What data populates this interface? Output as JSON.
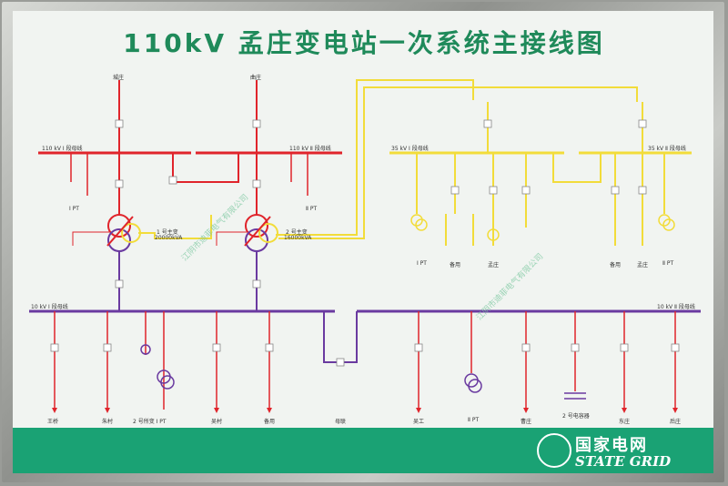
{
  "title": "110kV 孟庄变电站一次系统主接线图",
  "footer": {
    "brand_cn": "国家电网",
    "brand_en": "STATE GRID"
  },
  "watermark": "江阴市迪菲电气有限公司",
  "colors": {
    "red": "#e0242b",
    "yellow": "#f2dc3a",
    "purple": "#6a3aa0",
    "green": "#1aa274",
    "board": "#f1f4f1"
  },
  "labels": {
    "line_left_top": "城庄",
    "line_right_top": "曲庄",
    "bus110_1": "110 kV Ⅰ 段母线",
    "bus110_2": "110 kV Ⅱ 段母线",
    "bus35_1": "35 kV Ⅰ 段母线",
    "bus35_2": "35 kV Ⅱ 段母线",
    "bus10_1": "10 kV Ⅰ 段母线",
    "bus10_2": "10 kV Ⅱ 段母线",
    "pt110_1": "Ⅰ PT",
    "pt110_2": "Ⅱ PT",
    "tx1_name": "1 号主变",
    "tx1_cap": "20000kVA",
    "tx2_name": "2 号主变",
    "tx2_cap": "16000kVA",
    "pt35_1": "Ⅰ PT",
    "pt35_2": "Ⅱ PT",
    "b35_1": "备用",
    "b35_2": "孟庄",
    "b35_3": "备用",
    "b35_4": "孟庄",
    "f10": [
      "王桥",
      "朱村",
      "2 号所变 Ⅰ PT",
      "吴村",
      "备用",
      "母联",
      "吴工",
      "Ⅱ PT",
      "曹庄",
      "2 号电容器",
      "东庄",
      "后庄"
    ]
  }
}
